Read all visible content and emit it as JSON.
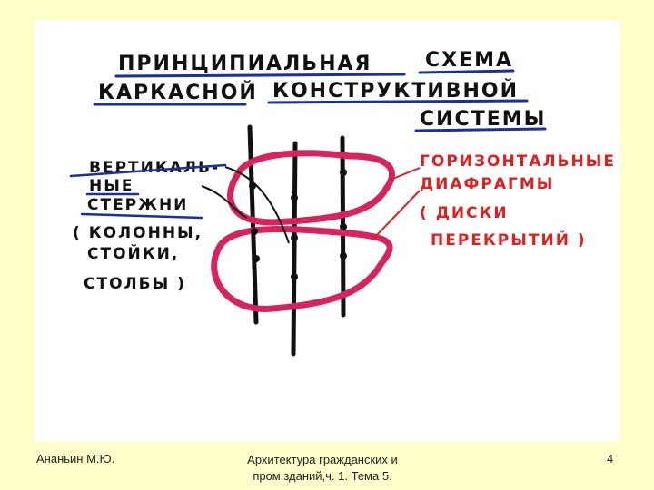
{
  "title": {
    "line1a": "ПРИНЦИПИАЛЬНАЯ",
    "line1b": "СХЕМА",
    "line2a": "КАРКАСНОЙ",
    "line2b": "КОНСТРУКТИВНОЙ",
    "line3": "СИСТЕМЫ"
  },
  "left_label": {
    "line1": "ВЕРТИКАЛЬ-",
    "line2": "НЫЕ",
    "line3": "СТЕРЖНИ",
    "line4": "( КОЛОННЫ,",
    "line5": "СТОЙКИ,",
    "line6": "СТОЛБЫ )"
  },
  "right_label": {
    "line1": "ГОРИЗОНТАЛЬНЫЕ",
    "line2": "ДИАФРАГМЫ",
    "line3": "( ДИСКИ",
    "line4": "ПЕРЕКРЫТИЙ )"
  },
  "footer": {
    "author": "Ананьин М.Ю.",
    "course_line1": "Архитектура гражданских и",
    "course_line2": "пром.зданий,ч. 1. Тема 5.",
    "page": "4"
  },
  "colors": {
    "background": "#ffffcc",
    "ink_blue": "#1a2fa0",
    "ink_black": "#111111",
    "ink_red": "#e02020",
    "disk_pink": "#d8245e"
  }
}
